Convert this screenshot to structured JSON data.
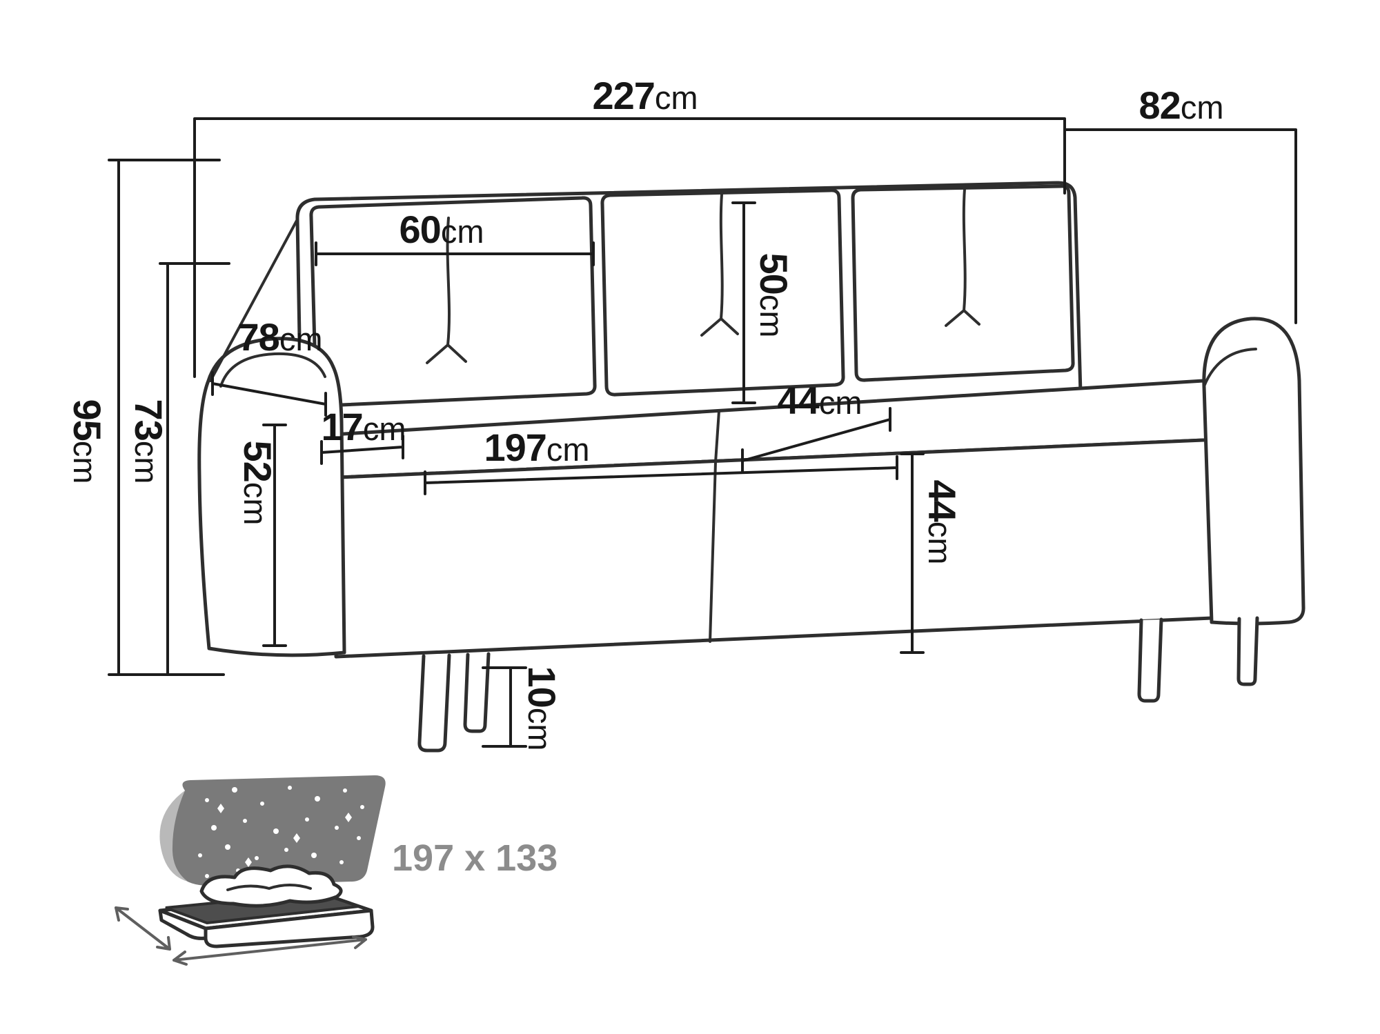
{
  "dimensions": {
    "total_width": {
      "value": "227",
      "unit": "cm"
    },
    "total_depth": {
      "value": "82",
      "unit": "cm"
    },
    "total_height": {
      "value": "95",
      "unit": "cm"
    },
    "back_height": {
      "value": "73",
      "unit": "cm"
    },
    "cushion_width": {
      "value": "60",
      "unit": "cm"
    },
    "cushion_height": {
      "value": "50",
      "unit": "cm"
    },
    "arm_depth": {
      "value": "78",
      "unit": "cm"
    },
    "arm_width": {
      "value": "17",
      "unit": "cm"
    },
    "arm_height": {
      "value": "52",
      "unit": "cm"
    },
    "seat_width": {
      "value": "197",
      "unit": "cm"
    },
    "seat_depth": {
      "value": "44",
      "unit": "cm"
    },
    "seat_height": {
      "value": "44",
      "unit": "cm"
    },
    "leg_height": {
      "value": "10",
      "unit": "cm"
    }
  },
  "sleeping_area": {
    "label": "197 x 133"
  },
  "colors": {
    "line": "#2e2e2e",
    "label": "#161616",
    "sleep_text": "#8c8c8c",
    "icon_dark": "#7a7a7a",
    "icon_light": "#b9b9b9",
    "mattress_dark": "#4d4d4d"
  }
}
